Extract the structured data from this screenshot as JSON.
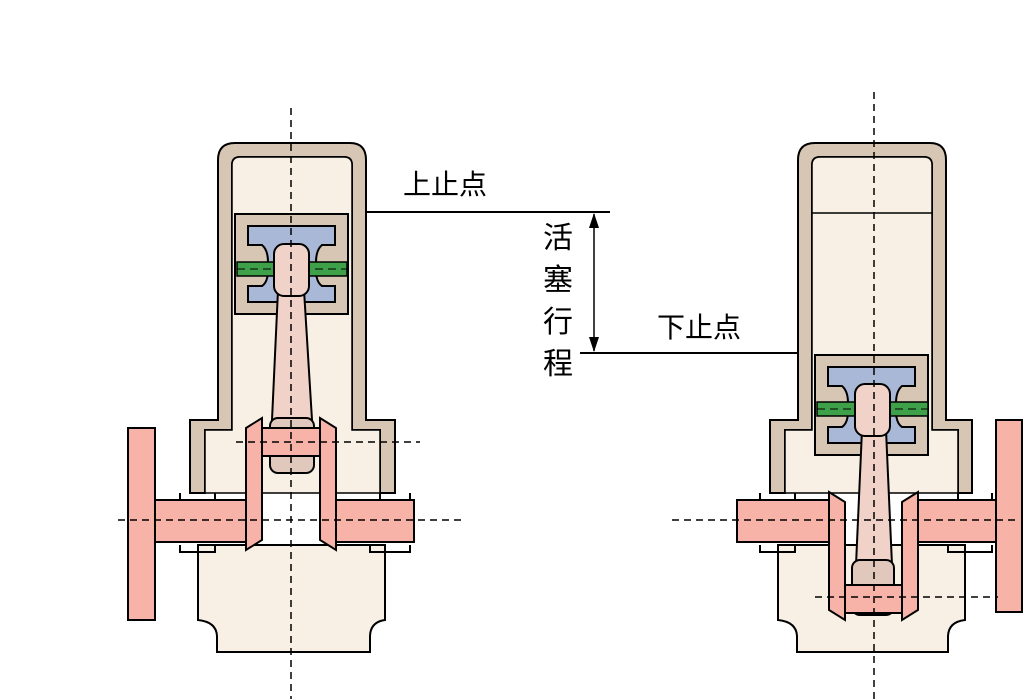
{
  "labels": {
    "top_dead_center": "上止点",
    "bottom_dead_center": "下止点",
    "stroke_chars": [
      "活",
      "塞",
      "行",
      "程"
    ]
  },
  "colors": {
    "cylinder_wall": "#d6c6b3",
    "cylinder_inner": "#f8f0e5",
    "piston_body": "#a9b8d6",
    "piston_frame": "#d6c6b3",
    "pin_green": "#3fa04a",
    "rod": "#f0d2c8",
    "crank": "#f7b3a8",
    "line": "#000000"
  }
}
